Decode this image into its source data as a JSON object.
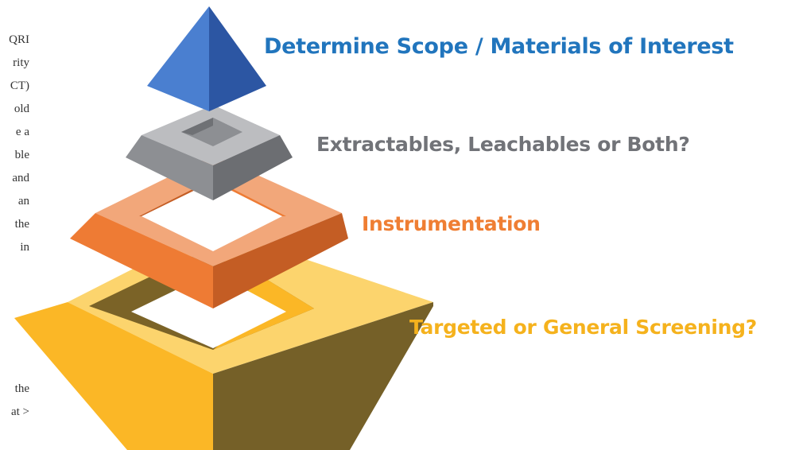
{
  "left_column_fragments": {
    "upper": [
      "QRI",
      "rity",
      "CT)",
      "old",
      "e  a",
      "ble",
      "and",
      "an",
      "the",
      "in"
    ],
    "lower": [
      "the",
      "at >"
    ]
  },
  "levels": [
    {
      "label": "Determine Scope / Materials of Interest",
      "color": "#2175bd",
      "shape": "apex"
    },
    {
      "label": "Extractables, Leachables or Both?",
      "color": "#717378",
      "shape": "frame"
    },
    {
      "label": "Instrumentation",
      "color": "#ef7e33",
      "shape": "frame"
    },
    {
      "label": "Targeted or General Screening?",
      "color": "#f5b21d",
      "shape": "frame"
    }
  ],
  "colors": {
    "blue_light": "#4a7fd0",
    "blue_dark": "#2c56a3",
    "gray_top": "#bcbdc0",
    "gray_front": "#8d8f93",
    "gray_right": "#6c6e72",
    "gray_inner": "#6f7175",
    "orange_top": "#f2a77a",
    "orange_front": "#ee7b34",
    "orange_right": "#c45d24",
    "orange_inner": "#d9682a",
    "yellow_top": "#fcd46d",
    "yellow_front": "#fbb726",
    "yellow_right": "#756028",
    "yellow_inner": "#7b6327"
  }
}
